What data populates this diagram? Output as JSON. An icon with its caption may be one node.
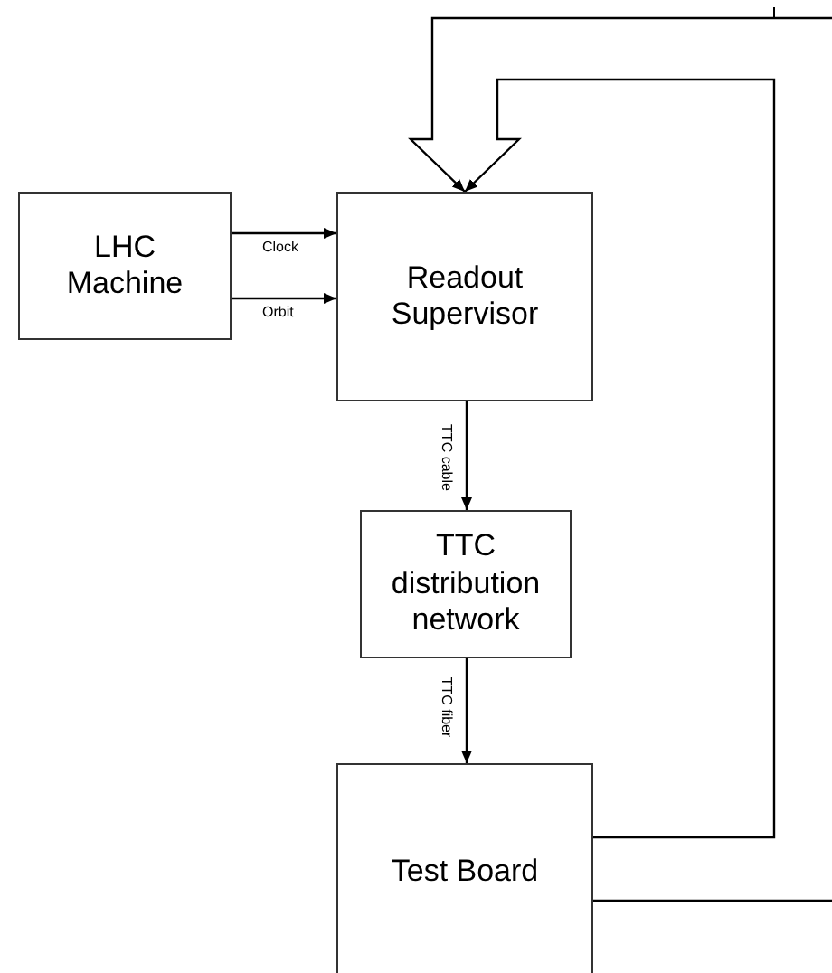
{
  "diagram": {
    "nodes": [
      {
        "text": [
          "LHC Machine"
        ]
      },
      {
        "text": [
          "Readout Supervisor"
        ]
      },
      {
        "text": [
          "TTC distribution network"
        ]
      },
      {
        "text": [
          "Test Board"
        ]
      }
    ],
    "edges": [
      {
        "from": 0,
        "to": 1,
        "arrow": "to",
        "label": "Clock"
      },
      {
        "from": 0,
        "to": 1,
        "arrow": "to",
        "label": "Orbit"
      },
      {
        "from": 1,
        "to": 2,
        "arrow": "to",
        "label": "TTC cable"
      },
      {
        "from": 2,
        "to": 3,
        "arrow": "to",
        "label": "TTC fiber"
      },
      {
        "from": null,
        "to": 1,
        "arrow": "to"
      },
      {
        "from": 3,
        "to": 1,
        "arrow": "to"
      },
      {
        "from": 3,
        "to": null,
        "arrow": "none"
      }
    ]
  }
}
